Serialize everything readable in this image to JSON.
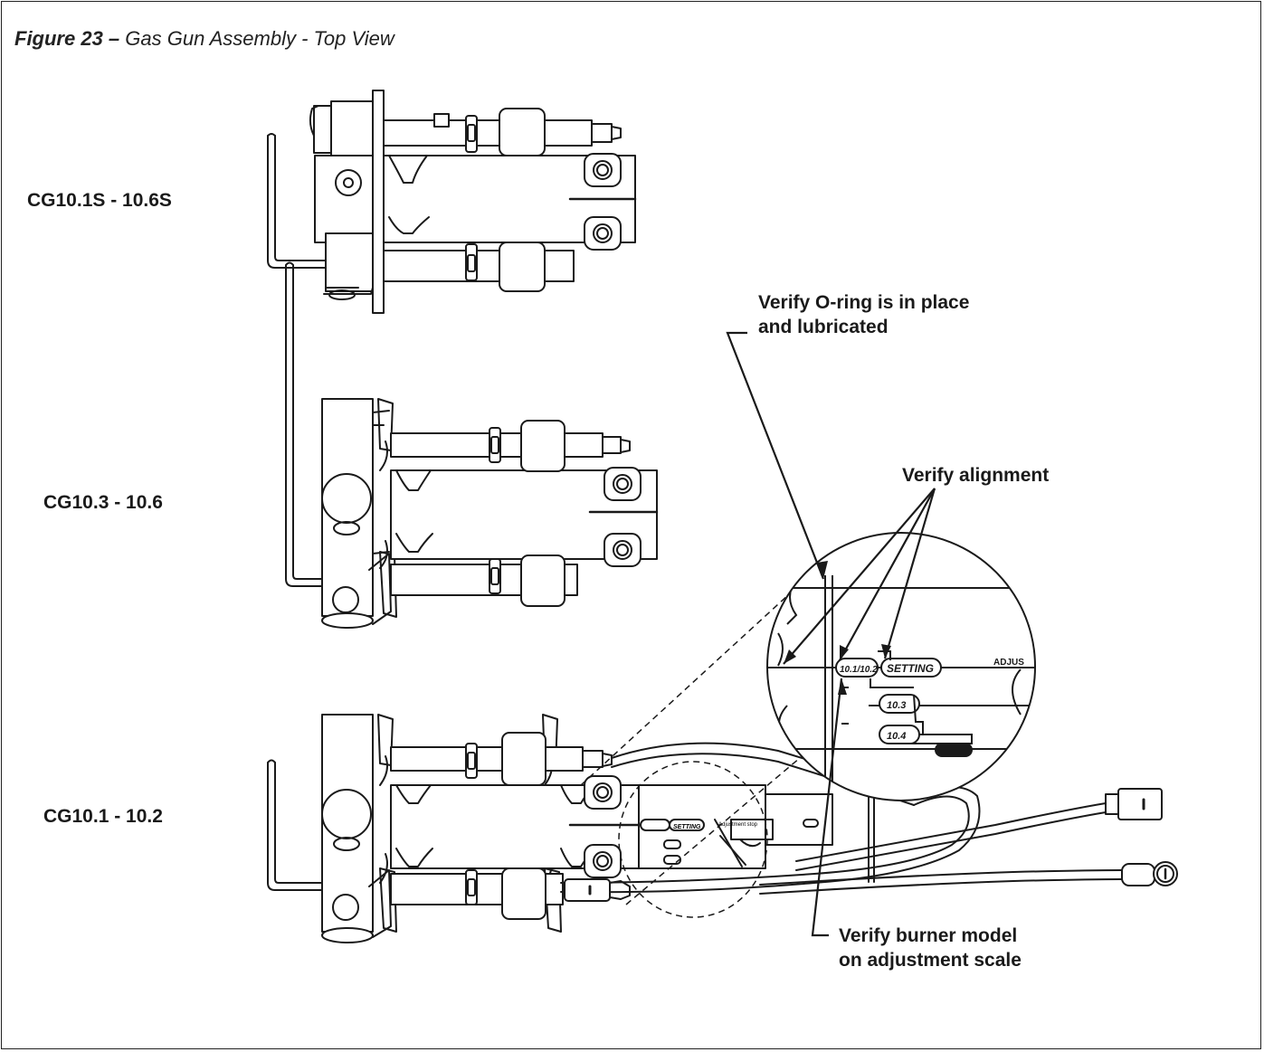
{
  "figure": {
    "number": "Figure 23 –",
    "title": " Gas Gun Assembly - Top View"
  },
  "models": [
    "CG10.1S - 10.6S",
    "CG10.3 - 10.6",
    "CG10.1 - 10.2"
  ],
  "callouts": {
    "oring_line1": "Verify O-ring is in place",
    "oring_line2": "and lubricated",
    "alignment": "Verify alignment",
    "scale_line1": "Verify burner model",
    "scale_line2": "on adjustment scale"
  },
  "detail_labels": {
    "scale_model": "10.1/10.2",
    "setting": "SETTING",
    "adjust": "ADJUS",
    "scale_103": "10.3",
    "scale_104": "10.4"
  },
  "small_labels": {
    "setting": "SETTING",
    "adjustment_stop": "Adjustment stop"
  },
  "colors": {
    "line": "#1a1a1a",
    "background": "#ffffff"
  }
}
